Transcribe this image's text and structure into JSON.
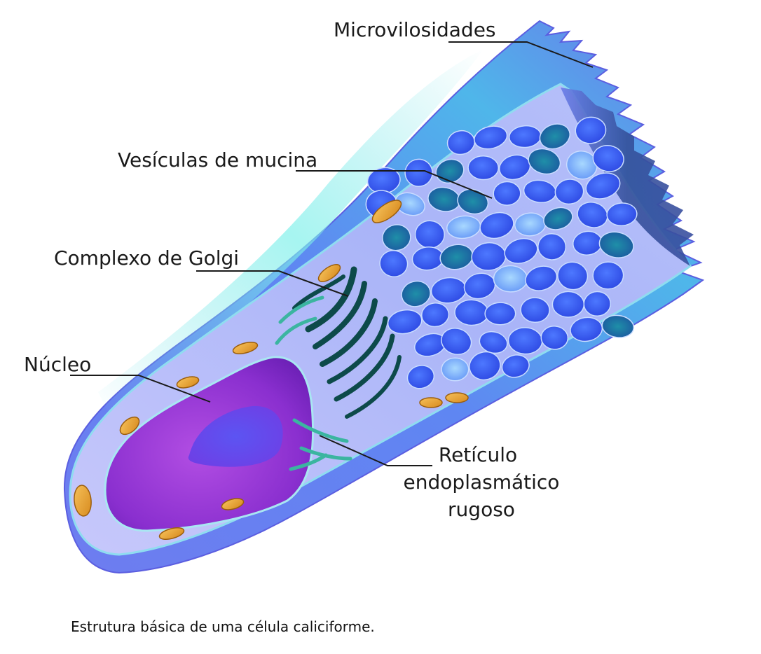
{
  "labels": {
    "microvilosidades": "Microvilosidades",
    "vesiculas": "Vesículas de mucina",
    "golgi": "Complexo de Golgi",
    "nucleo": "Núcleo",
    "reticulo_1": "Retículo",
    "reticulo_2": "endoplasmático",
    "reticulo_3": "rugoso"
  },
  "caption": "Estrutura básica de uma célula caliciforme."
}
